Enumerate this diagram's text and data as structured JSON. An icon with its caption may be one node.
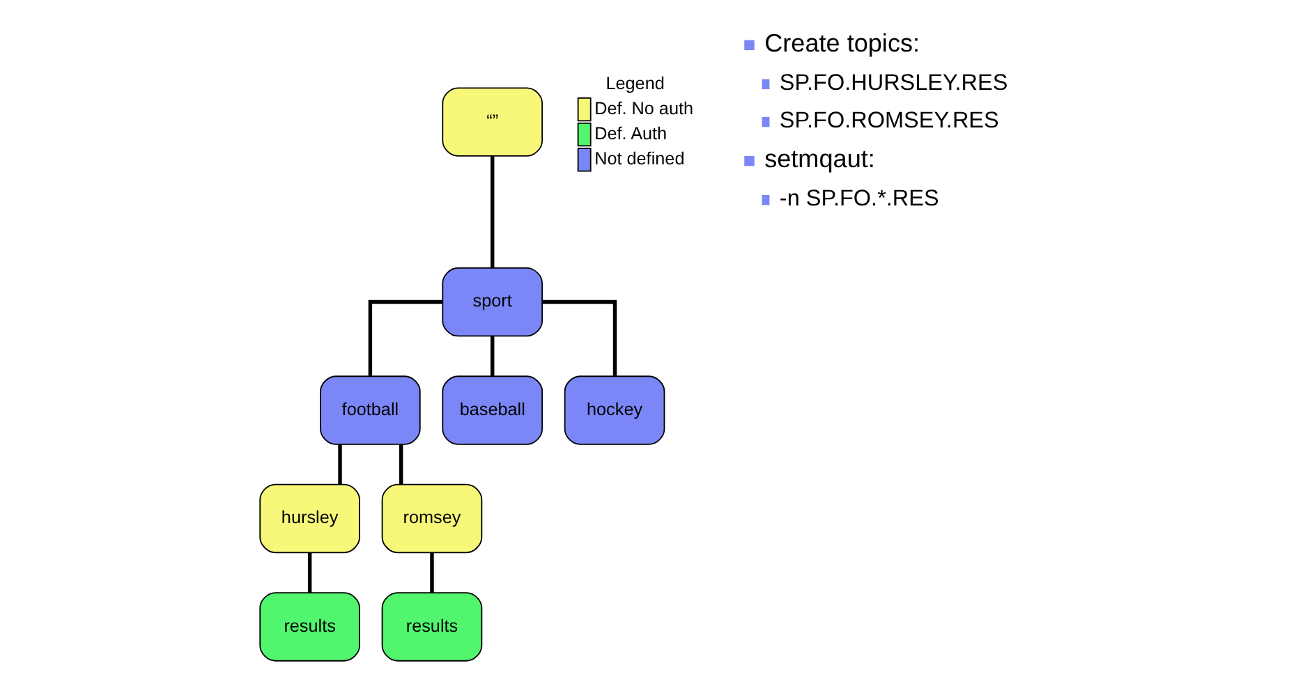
{
  "diagram": {
    "nodes": [
      {
        "text": [
          "“”"
        ]
      },
      {
        "text": [
          "sport"
        ]
      },
      {
        "text": [
          "football"
        ]
      },
      {
        "text": [
          "baseball"
        ]
      },
      {
        "text": [
          "hockey"
        ]
      },
      {
        "text": [
          "hursley"
        ]
      },
      {
        "text": [
          "romsey"
        ]
      },
      {
        "text": [
          "results"
        ]
      },
      {
        "text": [
          "results"
        ]
      }
    ],
    "edges": [
      {
        "from": 0,
        "to": 1,
        "arrow": "none"
      },
      {
        "from": 1,
        "to": 2,
        "arrow": "none"
      },
      {
        "from": 1,
        "to": 3,
        "arrow": "none"
      },
      {
        "from": 1,
        "to": 4,
        "arrow": "none"
      },
      {
        "from": 2,
        "to": 5,
        "arrow": "none"
      },
      {
        "from": 2,
        "to": 6,
        "arrow": "none"
      },
      {
        "from": 5,
        "to": 7,
        "arrow": "none"
      },
      {
        "from": 6,
        "to": 8,
        "arrow": "none"
      }
    ],
    "labels": [
      "Legend",
      "Create topics:",
      "SP.FO.HURSLEY.RES",
      "SP.FO.ROMSEY.RES",
      "setmqaut:",
      "-n SP.FO.*.RES"
    ],
    "legend": [
      {
        "text": "Def. No auth",
        "color": "#f7f77a"
      },
      {
        "text": "Def. Auth",
        "color": "#52f56e"
      },
      {
        "text": "Not defined",
        "color": "#7b87f7"
      }
    ]
  }
}
